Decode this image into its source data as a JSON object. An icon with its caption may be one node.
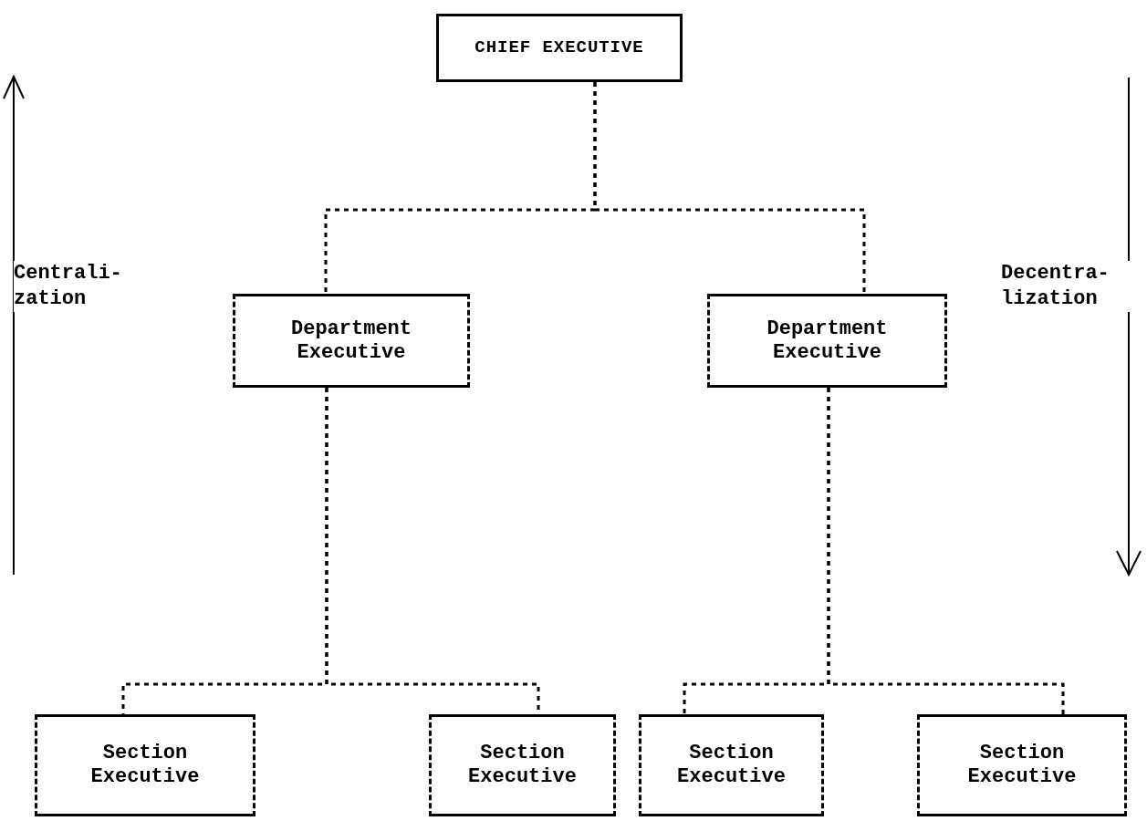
{
  "diagram": {
    "nodes": [
      {
        "text": [
          "CHIEF EXECUTIVE"
        ]
      },
      {
        "text": [
          "Department Executive"
        ]
      },
      {
        "text": [
          "Department Executive"
        ]
      },
      {
        "text": [
          "Section Executive"
        ]
      },
      {
        "text": [
          "Section Executive"
        ]
      },
      {
        "text": [
          "Section Executive"
        ]
      },
      {
        "text": [
          "Section Executive"
        ]
      }
    ],
    "edges": [
      {
        "from": 0,
        "to": 1,
        "arrow": "none",
        "style": "dashed"
      },
      {
        "from": 0,
        "to": 2,
        "arrow": "none",
        "style": "dashed"
      },
      {
        "from": 1,
        "to": 3,
        "arrow": "none",
        "style": "dashed"
      },
      {
        "from": 1,
        "to": 4,
        "arrow": "none",
        "style": "dashed"
      },
      {
        "from": 2,
        "to": 5,
        "arrow": "none",
        "style": "dashed"
      },
      {
        "from": 2,
        "to": 6,
        "arrow": "none",
        "style": "dashed"
      }
    ],
    "labels": [
      "Centrali- zation",
      "Decentra- lization"
    ]
  }
}
